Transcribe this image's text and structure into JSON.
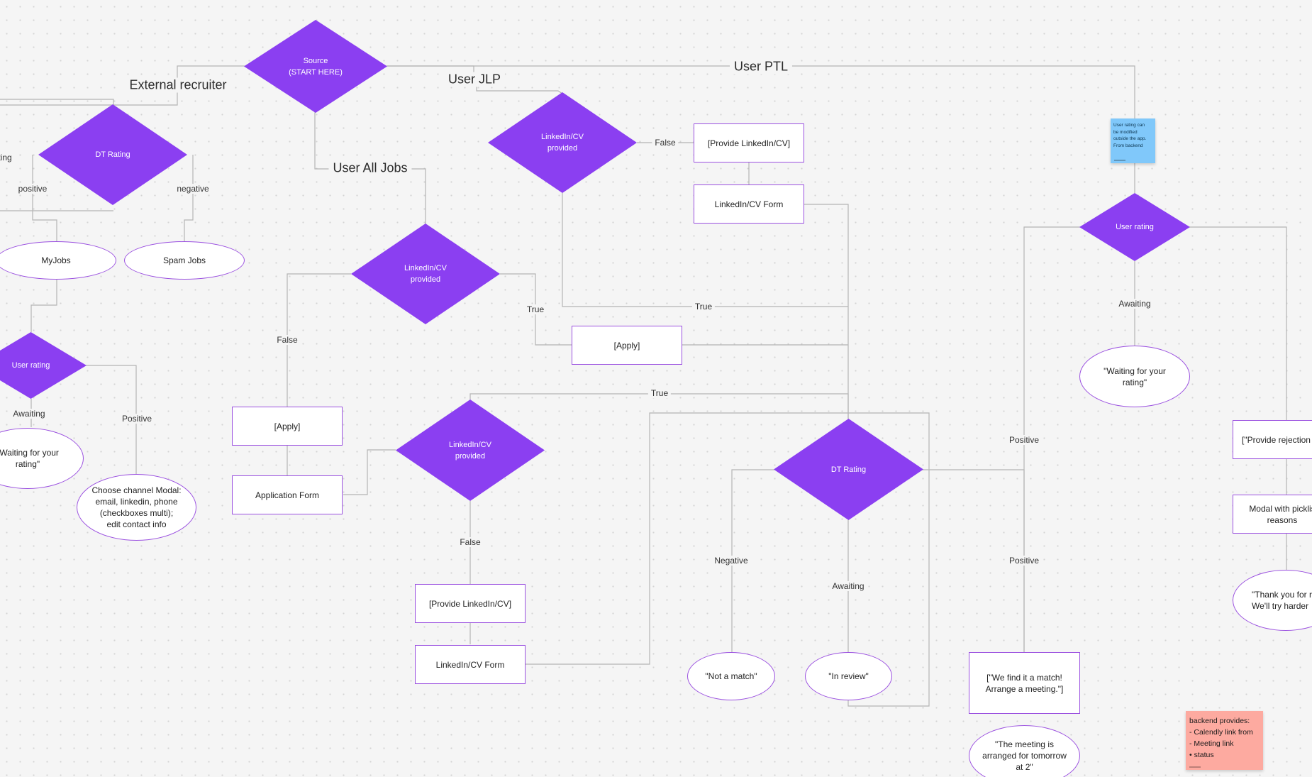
{
  "colors": {
    "diamond": "#8b3ff1",
    "border": "#9b51e0",
    "line": "#b4b4b4",
    "sticky_blue": "#80c8fa",
    "sticky_red": "#fdaaa0"
  },
  "diamonds": {
    "source": "Source\n(START HERE)",
    "dt_rating_left": "DT Rating",
    "linkedin_jlp": "LinkedIn/CV\nprovided",
    "linkedin_alljobs": "LinkedIn/CV\nprovided",
    "user_rating_left": "User rating",
    "linkedin_lower": "LinkedIn/CV\nprovided",
    "dt_rating_mid": "DT Rating",
    "user_rating_right": "User rating"
  },
  "rects": {
    "provide_jlp": "[Provide LinkedIn/CV]",
    "form_jlp": "LinkedIn/CV  Form",
    "apply_mid": "[Apply]",
    "apply_left": "[Apply]",
    "application_form": "Application Form",
    "provide_lower": "[Provide LinkedIn/CV]",
    "form_lower": "LinkedIn/CV  Form",
    "match": "[\"We find it a match! Arrange a meeting.\"]",
    "rejection": "[\"Provide rejection re",
    "modal_picklist": "Modal with picklis\nreasons"
  },
  "ellipses": {
    "myjobs": "MyJobs",
    "spam": "Spam Jobs",
    "waiting_left": "\"Waiting for your\nrating\"",
    "channel_modal": "Choose channel Modal:\nemail, linkedin, phone\n(checkboxes multi);\nedit contact info",
    "waiting_right": "\"Waiting for your\nrating\"",
    "not_match": "\"Not a match\"",
    "in_review": "\"In review\"",
    "meeting": "\"The meeting is\narranged for tomorrow\nat 2\"",
    "thank_you": "\"Thank you for rat\nWe'll try harder"
  },
  "labels": {
    "external_recruiter": "External recruiter",
    "user_jlp": "User JLP",
    "user_ptl": "User PTL",
    "user_all_jobs": "User All Jobs",
    "ting": "ting",
    "positive_dt": "positive",
    "negative_dt": "negative",
    "false_jlp": "False",
    "true_jlp": "True",
    "true_alljobs": "True",
    "false_alljobs": "False",
    "true_lower": "True",
    "awaiting_left": "Awaiting",
    "positive_left": "Positive",
    "false_lower": "False",
    "negative_mid": "Negative",
    "awaiting_mid": "Awaiting",
    "positive_mid": "Positive",
    "positive_right": "Positive",
    "awaiting_right": "Awaiting"
  },
  "stickies": {
    "blue": "User rating can\nbe modified\noutside the app.\nFrom backend",
    "red": "backend provides:\n- Calendly link from\n - Meeting link\n  •  status"
  }
}
